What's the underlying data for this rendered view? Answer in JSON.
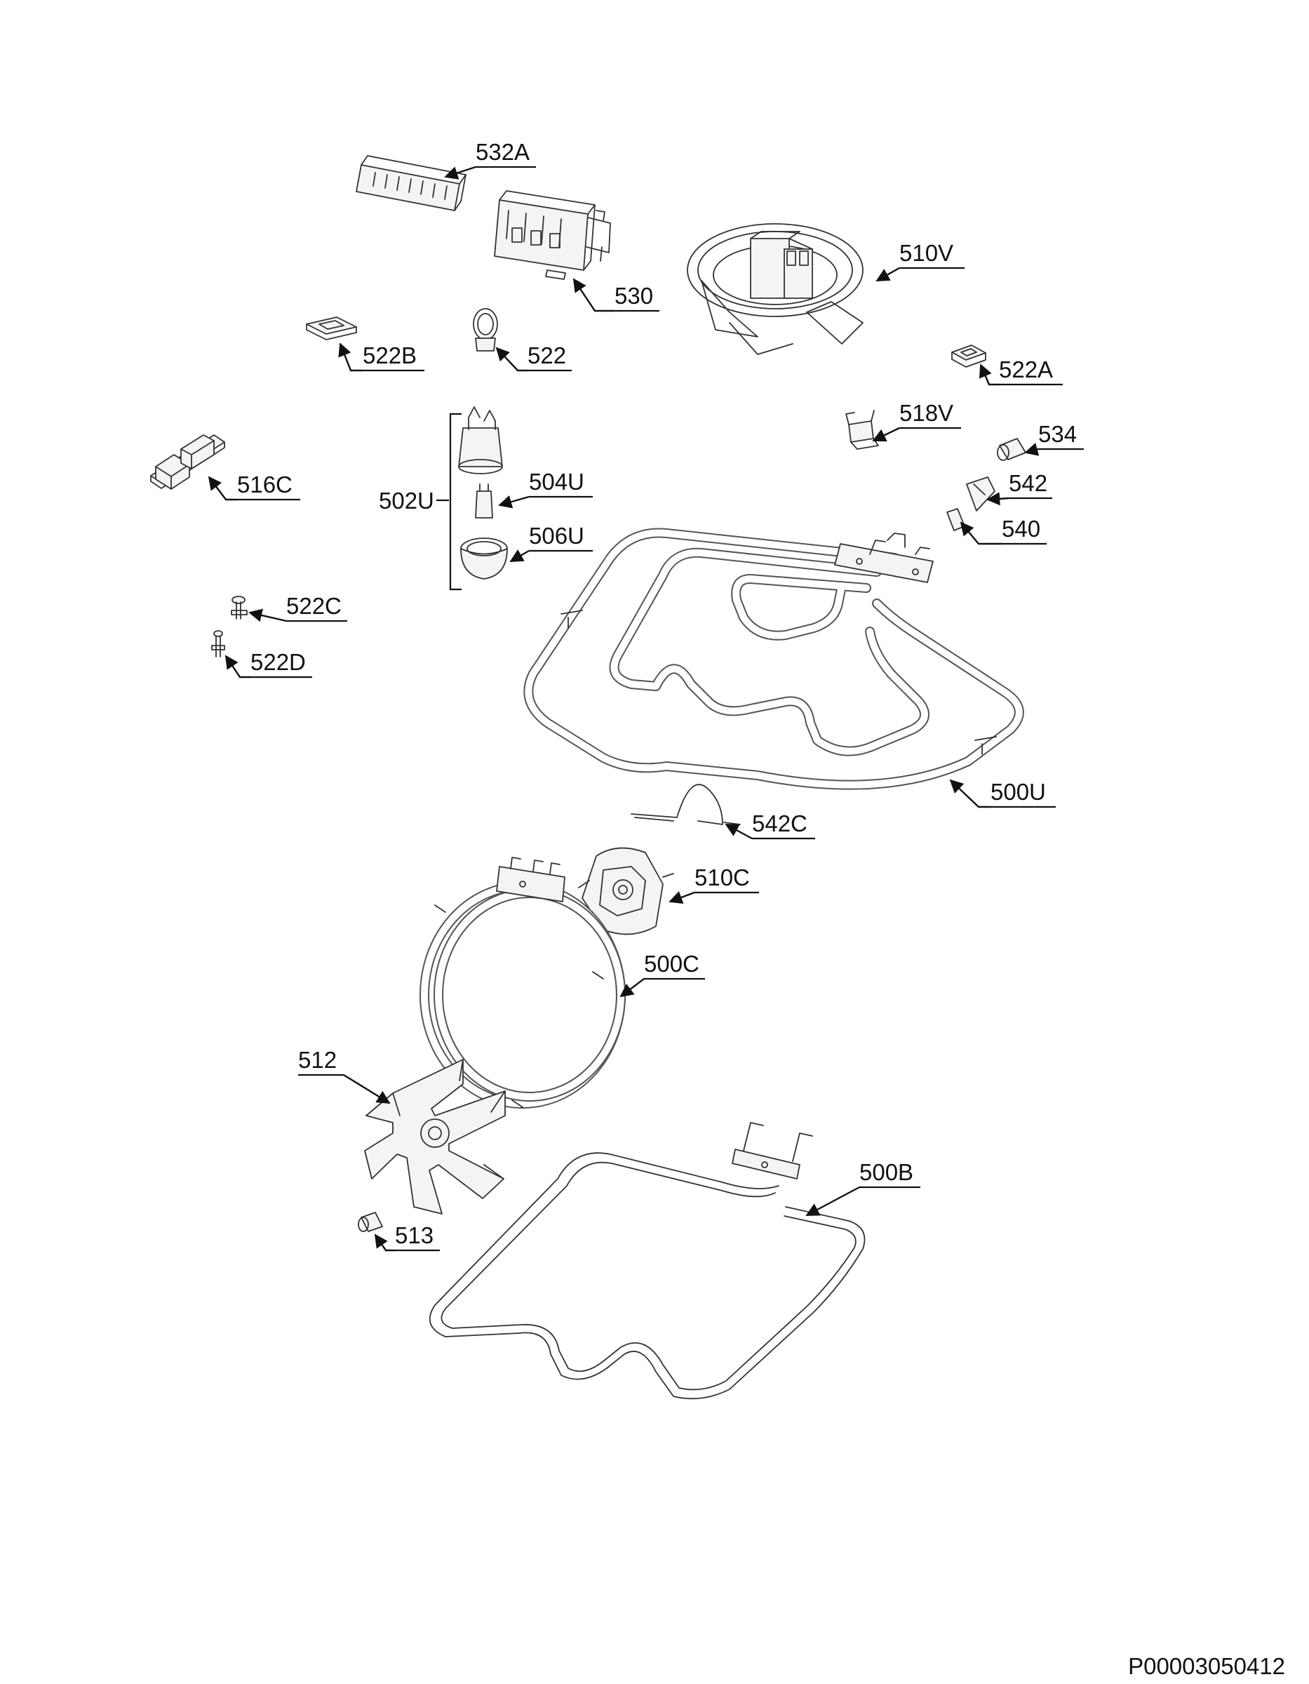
{
  "document_id": "P00003050412",
  "group_label": "502U",
  "callouts": [
    {
      "id": "532A",
      "label": "532A"
    },
    {
      "id": "530",
      "label": "530"
    },
    {
      "id": "510V",
      "label": "510V"
    },
    {
      "id": "522B",
      "label": "522B"
    },
    {
      "id": "522",
      "label": "522"
    },
    {
      "id": "522A",
      "label": "522A"
    },
    {
      "id": "518V",
      "label": "518V"
    },
    {
      "id": "534",
      "label": "534"
    },
    {
      "id": "542",
      "label": "542"
    },
    {
      "id": "540",
      "label": "540"
    },
    {
      "id": "516C",
      "label": "516C"
    },
    {
      "id": "504U",
      "label": "504U"
    },
    {
      "id": "506U",
      "label": "506U"
    },
    {
      "id": "522C",
      "label": "522C"
    },
    {
      "id": "522D",
      "label": "522D"
    },
    {
      "id": "500U",
      "label": "500U"
    },
    {
      "id": "542C",
      "label": "542C"
    },
    {
      "id": "510C",
      "label": "510C"
    },
    {
      "id": "500C",
      "label": "500C"
    },
    {
      "id": "512",
      "label": "512"
    },
    {
      "id": "500B",
      "label": "500B"
    },
    {
      "id": "513",
      "label": "513"
    }
  ]
}
